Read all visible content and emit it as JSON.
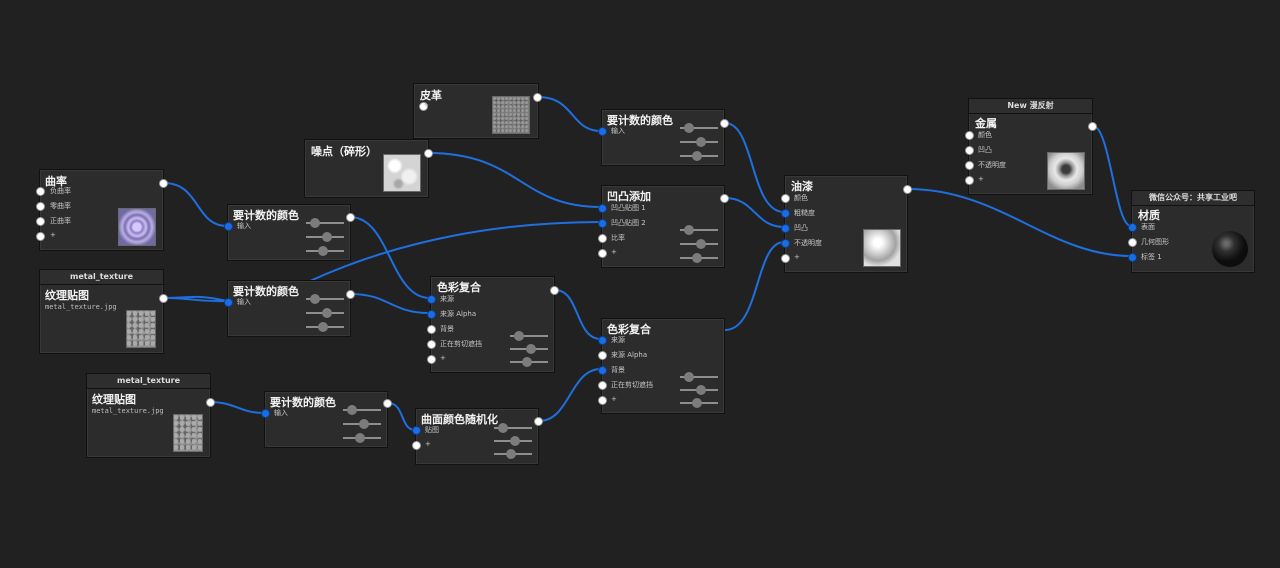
{
  "colors": {
    "background": "#212121",
    "node": "#2c2c2c",
    "wire": "#1f6fe0",
    "port_input": "#1a6de6",
    "port_output": "#ffffff"
  },
  "nodes": {
    "leather": {
      "title": "皮革",
      "add": "+"
    },
    "noise": {
      "title": "噪点（碎形）"
    },
    "curvature": {
      "title": "曲率",
      "items": [
        "负曲率",
        "零曲率",
        "正曲率",
        "+"
      ]
    },
    "tex1": {
      "header": "metal_texture",
      "title": "纹理贴图",
      "file": "metal_texture.jpg"
    },
    "tex2": {
      "header": "metal_texture",
      "title": "纹理贴图",
      "file": "metal_texture.jpg"
    },
    "cc1": {
      "title": "要计数的颜色",
      "input": "输入"
    },
    "cc2": {
      "title": "要计数的颜色",
      "input": "输入"
    },
    "cc3": {
      "title": "要计数的颜色",
      "input": "输入"
    },
    "cc4": {
      "title": "要计数的颜色",
      "input": "输入"
    },
    "bump": {
      "title": "凹凸添加",
      "items": [
        "凹凸贴图 1",
        "凹凸贴图 2",
        "比率",
        "+"
      ]
    },
    "blend1": {
      "title": "色彩复合",
      "items": [
        "来源",
        "来源 Alpha",
        "背景",
        "正在剪切遮挡",
        "+"
      ]
    },
    "blend2": {
      "title": "色彩复合",
      "items": [
        "来源",
        "来源 Alpha",
        "背景",
        "正在剪切遮挡",
        "+"
      ]
    },
    "randomize": {
      "title": "曲面颜色随机化",
      "items": [
        "贴图",
        "+"
      ]
    },
    "paint": {
      "title": "油漆",
      "items": [
        "颜色",
        "粗糙度",
        "凹凸",
        "不透明度",
        "+"
      ]
    },
    "metal": {
      "header": "New 漫反射",
      "title": "金属",
      "items": [
        "颜色",
        "凹凸",
        "不透明度",
        "+"
      ]
    },
    "material": {
      "header": "微信公众号：共享工业吧",
      "title": "材质",
      "items": [
        "表面",
        "几何图形",
        "标签 1"
      ]
    }
  }
}
